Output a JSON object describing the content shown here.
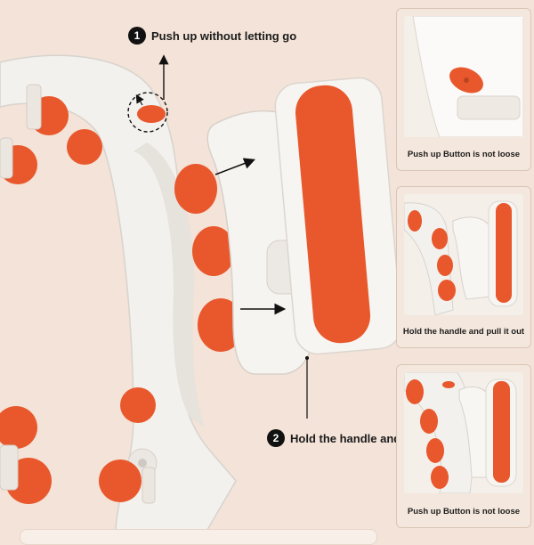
{
  "steps": [
    {
      "number": "1",
      "text": "Push up without letting go"
    },
    {
      "number": "2",
      "text": "Hold the handle and pull it out"
    }
  ],
  "panels": [
    {
      "caption": "Push up Button is not loose"
    },
    {
      "caption": "Hold the handle and pull it out"
    },
    {
      "caption": "Push up Button is not loose"
    }
  ],
  "colors": {
    "background": "#f3e3d8",
    "device_body": "#f3f1ee",
    "accent_orange": "#e8582c",
    "label_badge": "#111111"
  },
  "icons": [
    "arrow-icon",
    "dashed-circle-icon",
    "massage-roller-icon"
  ]
}
